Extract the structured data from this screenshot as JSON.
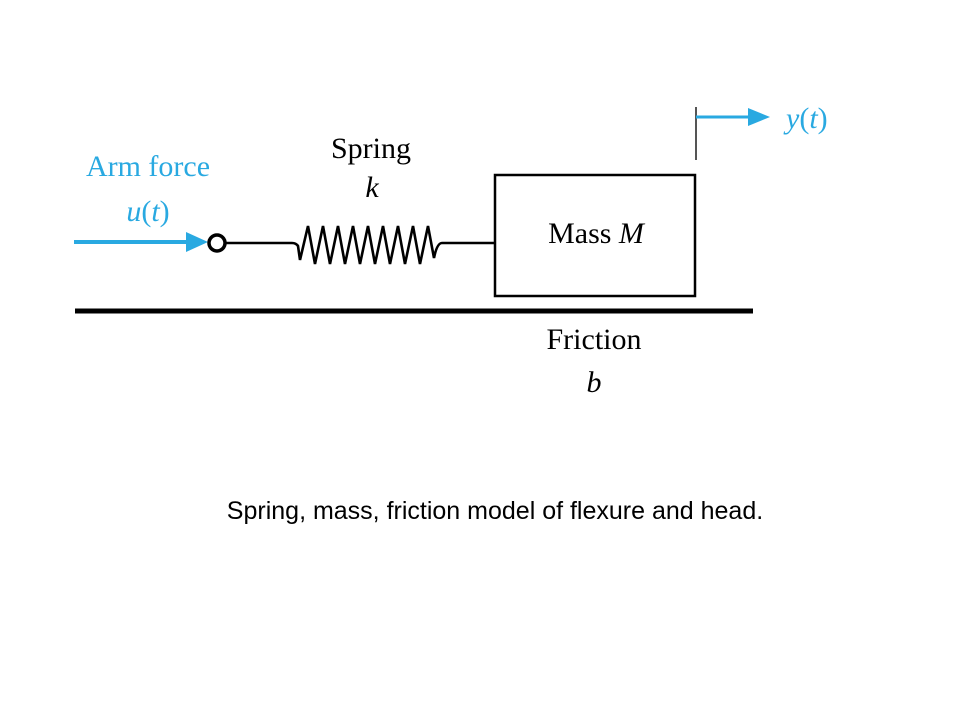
{
  "diagram": {
    "input": {
      "label": "Arm force",
      "symbol_name": "u",
      "symbol_arg": "t",
      "color": "#29a9e1"
    },
    "spring": {
      "label": "Spring",
      "symbol": "k"
    },
    "mass": {
      "label_text": "Mass",
      "label_symbol": "M"
    },
    "friction": {
      "label": "Friction",
      "symbol": "b"
    },
    "output": {
      "symbol_name": "y",
      "symbol_arg": "t",
      "color": "#29a9e1"
    },
    "paren_open": "(",
    "paren_close": ")"
  },
  "caption": "Spring, mass, friction model of flexure and head."
}
